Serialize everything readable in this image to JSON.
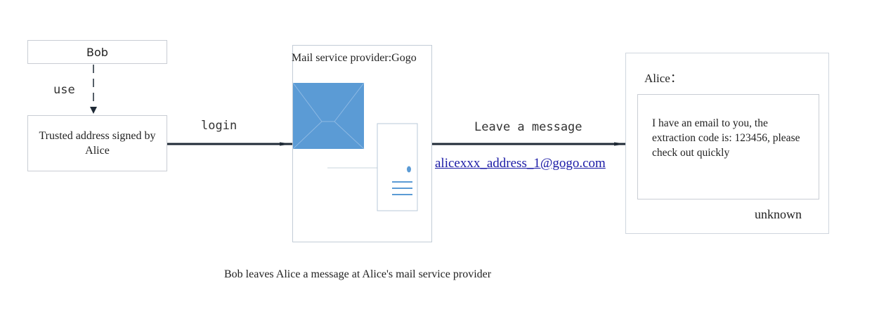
{
  "bob": {
    "label": "Bob"
  },
  "edges": {
    "use_label": "use",
    "login_label": "login",
    "leave_label": "Leave a message",
    "address_link": "alicexxx_address_1@gogo.com"
  },
  "trusted": {
    "text": "Trusted address signed by Alice"
  },
  "provider": {
    "title": "Mail service provider:Gogo"
  },
  "alice": {
    "title": "Alice：",
    "message": "I have an email to you, the extraction code is: 123456, please check out quickly",
    "footer": "unknown"
  },
  "caption": "Bob leaves Alice a message at Alice's mail service provider",
  "colors": {
    "envelope": "#5b9bd5",
    "server_accent": "#5b9bd5",
    "link": "#1a1aa6",
    "arrow": "#1f2a36"
  },
  "icons": {
    "envelope": "envelope-icon",
    "server": "server-icon"
  }
}
